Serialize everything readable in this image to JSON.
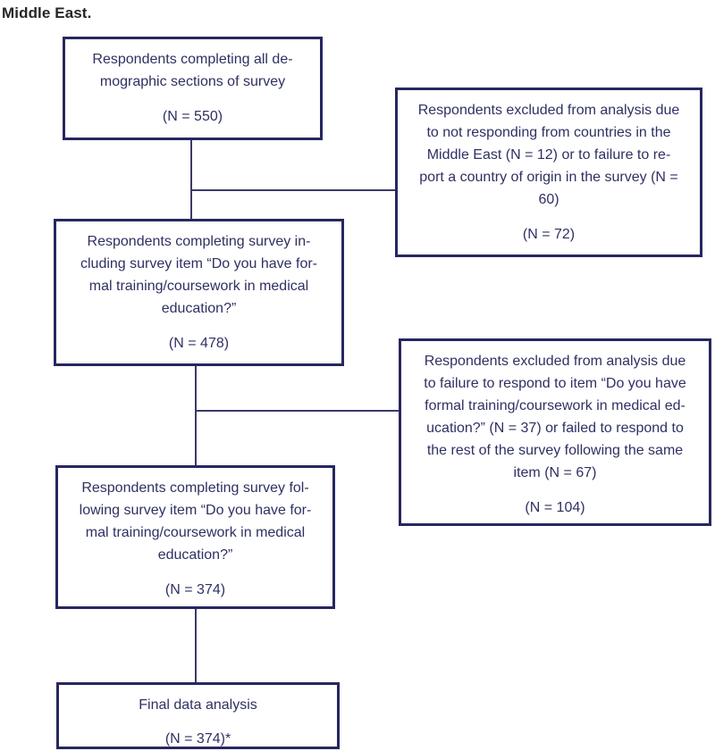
{
  "figure": {
    "title": "Middle East."
  },
  "colors": {
    "box_border": "#272760",
    "box_text": "#2f3063",
    "connector_line": "#3a3a6a",
    "title_text": "#262626",
    "background": "#ffffff"
  },
  "flow": {
    "demographics": {
      "text": "Respondents completing all de-\nmographic sections of survey",
      "n_label": "(N = 550)"
    },
    "excl_country": {
      "text": "Respondents excluded from analysis due\nto not responding from countries in the\nMiddle East (N = 12) or to failure to re-\nport a country of origin in the survey (N =\n60)",
      "n_label": "(N = 72)"
    },
    "including": {
      "text": "Respondents completing survey in-\ncluding survey item “Do you have for-\nmal training/coursework in medical\neducation?”",
      "n_label": "(N = 478)"
    },
    "excl_item": {
      "text": "Respondents excluded from analysis due\nto failure to respond to item “Do you have\nformal training/coursework in medical ed-\nucation?” (N = 37) or failed to respond to\nthe rest of the survey following the same\nitem (N = 67)",
      "n_label": "(N = 104)"
    },
    "following": {
      "text": "Respondents completing survey fol-\nlowing survey item “Do you have for-\nmal training/coursework in medical\neducation?”",
      "n_label": "(N = 374)"
    },
    "final": {
      "text": "Final data analysis",
      "n_label": "(N = 374)*"
    }
  }
}
